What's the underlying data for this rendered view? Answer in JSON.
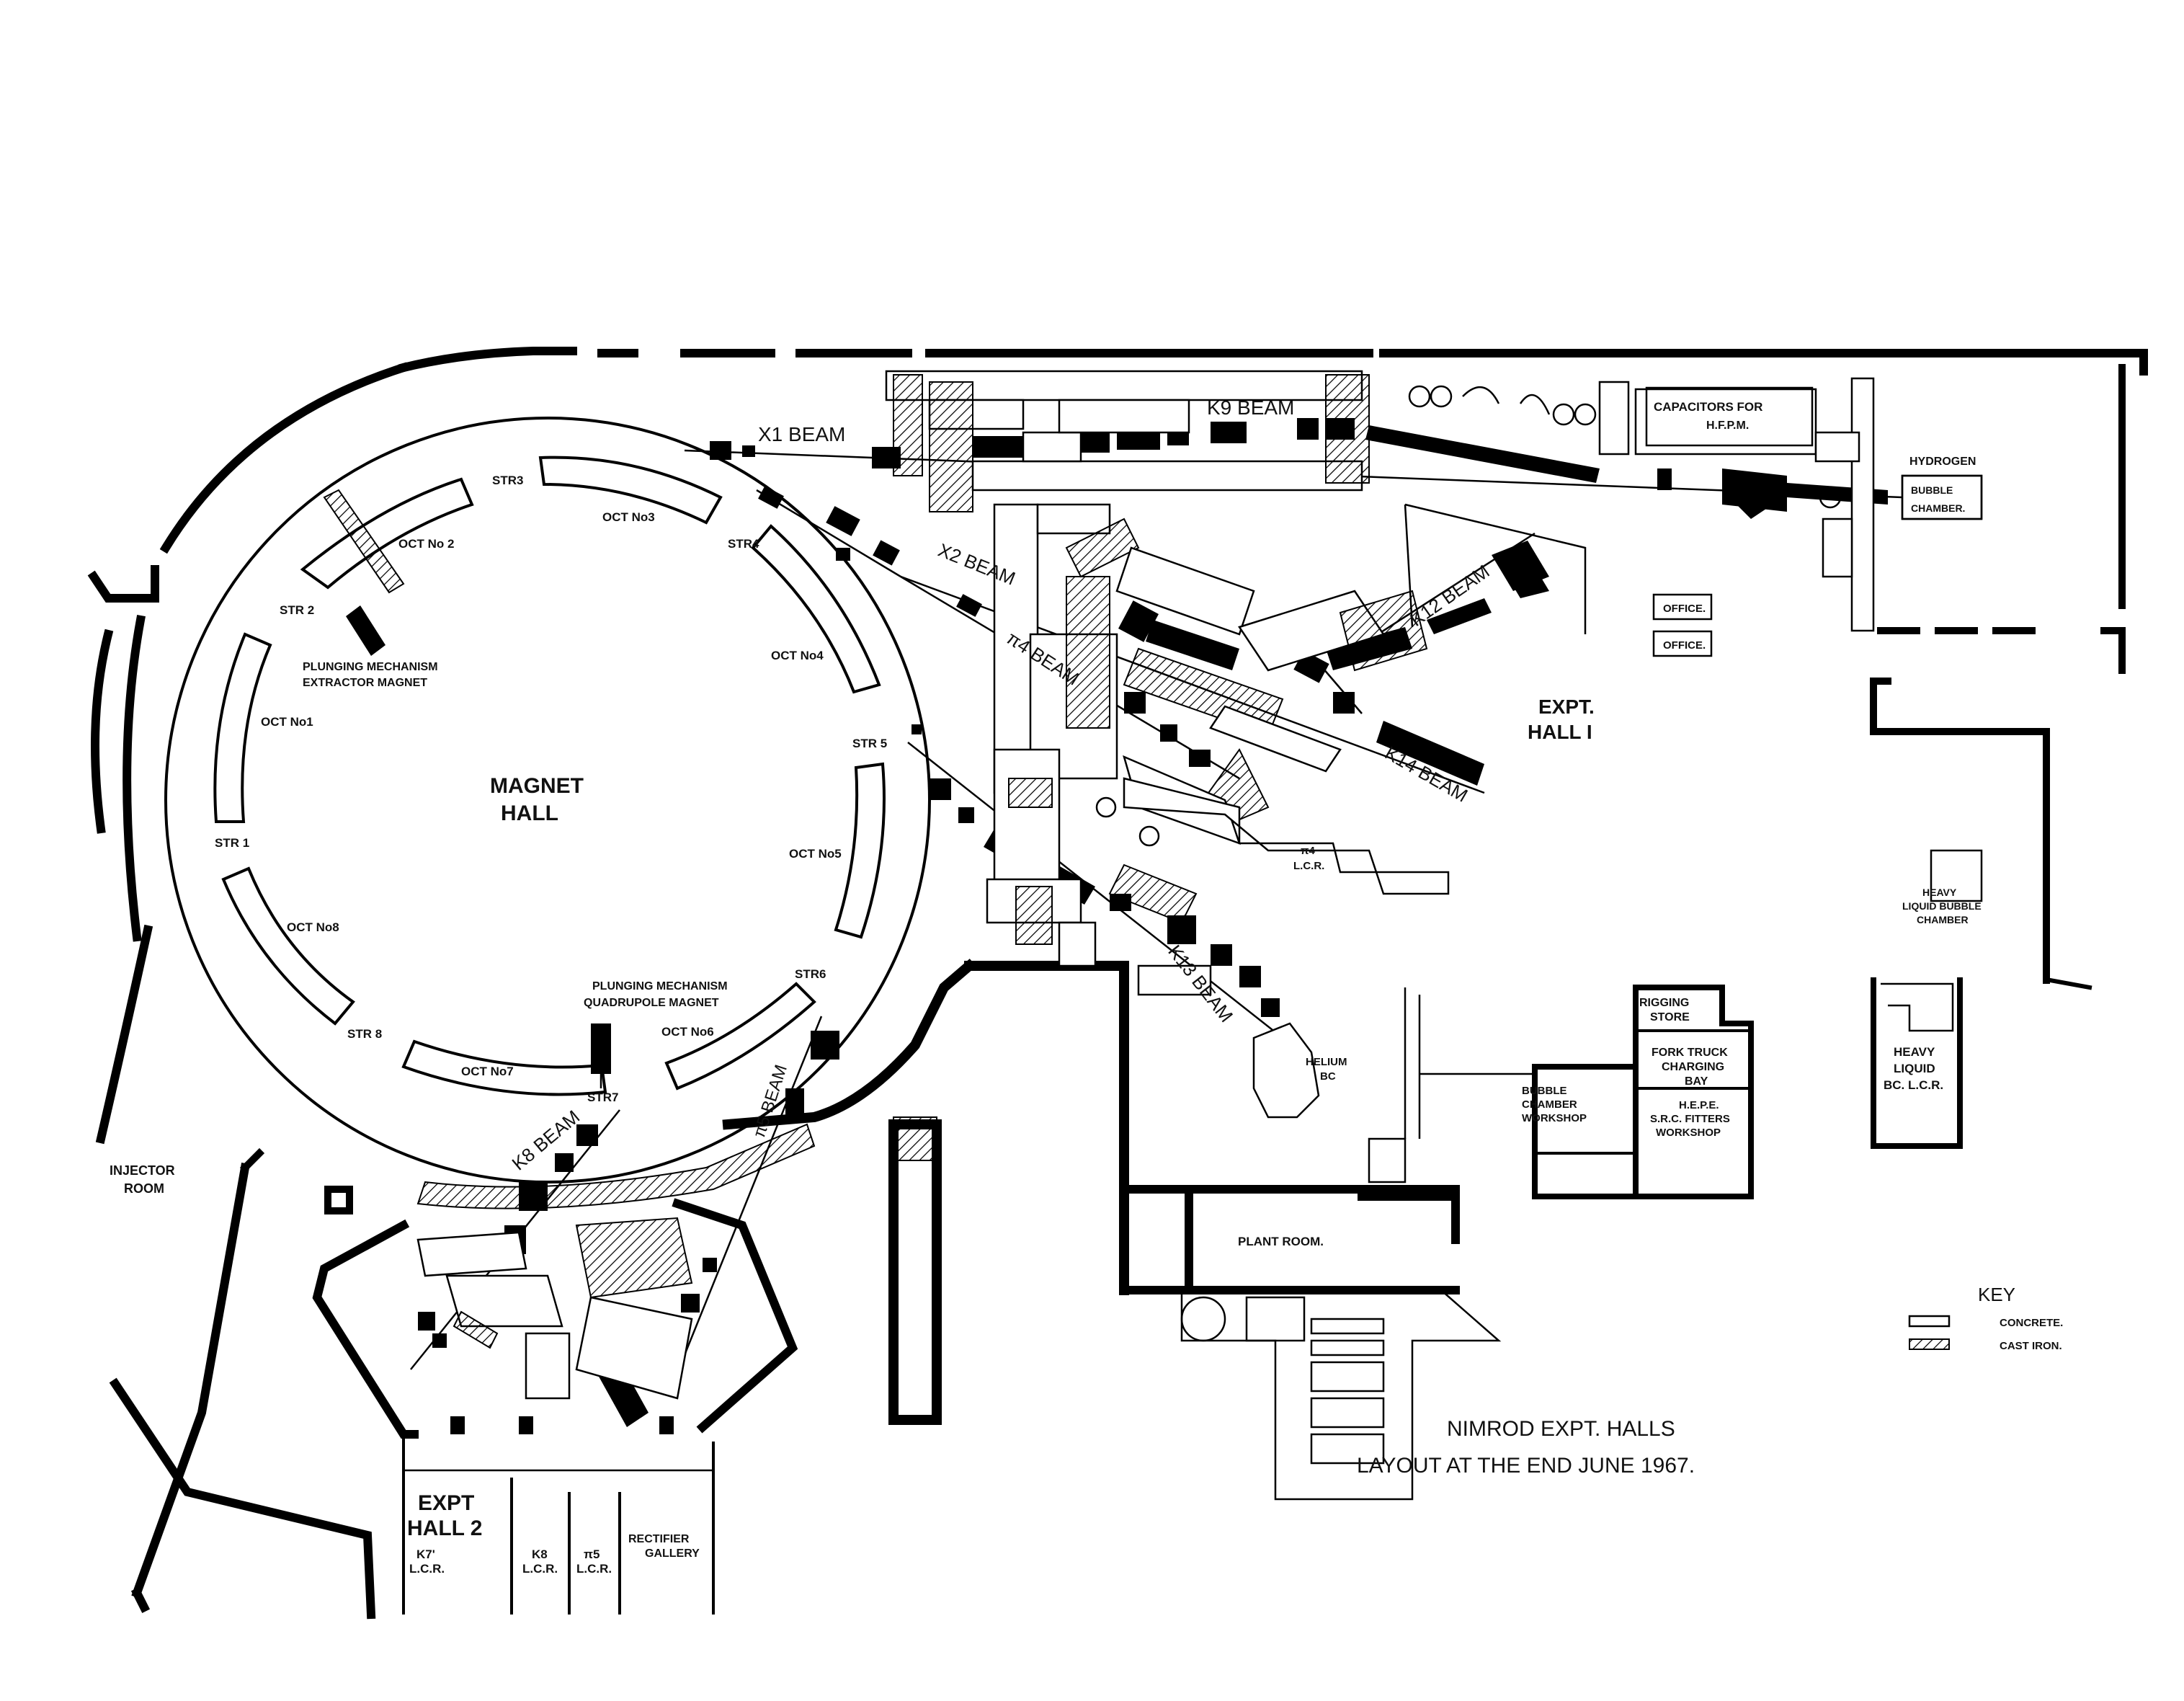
{
  "title": {
    "line1": "NIMROD EXPT. HALLS",
    "line2": "LAYOUT AT THE END JUNE 1967."
  },
  "halls": {
    "magnet_hall": [
      "MAGNET",
      "HALL"
    ],
    "expt_hall_1": [
      "EXPT.",
      "HALL I"
    ],
    "expt_hall_2": [
      "EXPT",
      "HALL 2"
    ],
    "injector_room": [
      "INJECTOR",
      "ROOM"
    ]
  },
  "ring": {
    "straights": [
      "STR 1",
      "STR 2",
      "STR3",
      "STR4",
      "STR 5",
      "STR6",
      "STR7",
      "STR 8"
    ],
    "octants": [
      "OCT No1",
      "OCT No 2",
      "OCT No3",
      "OCT No4",
      "OCT No5",
      "OCT No6",
      "OCT No7",
      "OCT No8"
    ],
    "extractor": [
      "PLUNGING MECHANISM",
      "EXTRACTOR MAGNET"
    ],
    "quadrupole": [
      "PLUNGING MECHANISM",
      "QUADRUPOLE MAGNET"
    ]
  },
  "beams": {
    "x1": "X1 BEAM",
    "k9": "K9 BEAM",
    "x2": "X2 BEAM",
    "pi4": "π4 BEAM",
    "k12": "K12 BEAM",
    "k14": "K14 BEAM",
    "k13": "K13 BEAM",
    "pi5": "π5 BEAM",
    "k8": "K8 BEAM"
  },
  "rooms": {
    "capacitors": [
      "CAPACITORS FOR",
      "H.F.P.M."
    ],
    "hydrogen": "HYDROGEN",
    "bubble_chamber": [
      "BUBBLE",
      "CHAMBER."
    ],
    "office1": "OFFICE.",
    "office2": "OFFICE.",
    "pi4_lcr": [
      "π4",
      "L.C.R."
    ],
    "heavy_liquid_bc": [
      "HEAVY",
      "LIQUID BUBBLE",
      "CHAMBER"
    ],
    "heavy_liquid_lcr": [
      "HEAVY",
      "LIQUID",
      "BC. L.C.R."
    ],
    "rigging_store": [
      "RIGGING",
      "STORE"
    ],
    "fork_truck": [
      "FORK TRUCK",
      "CHARGING",
      "BAY"
    ],
    "bc_workshop": [
      "BUBBLE",
      "CHAMBER",
      "WORKSHOP"
    ],
    "hepe_workshop": [
      "H.E.P.E.",
      "S.R.C. FITTERS",
      "WORKSHOP"
    ],
    "helium_bc": [
      "HELIUM",
      "BC"
    ],
    "plant_room": "PLANT ROOM.",
    "k7_lcr": [
      "K7'",
      "L.C.R."
    ],
    "k8_lcr": [
      "K8",
      "L.C.R."
    ],
    "pi5_lcr": [
      "π5",
      "L.C.R."
    ],
    "rectifier_gallery": [
      "RECTIFIER",
      "GALLERY"
    ]
  },
  "key": {
    "heading": "KEY",
    "concrete": "CONCRETE.",
    "cast_iron": "CAST IRON."
  }
}
